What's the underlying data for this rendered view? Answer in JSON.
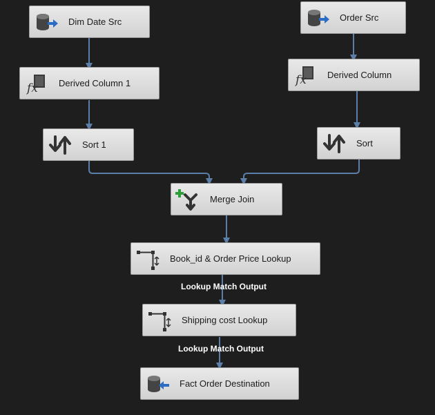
{
  "colors": {
    "background": "#1e1e1e",
    "connector": "#5b7fa8",
    "node_fill": "#e0e0e0",
    "label_text": "#ffffff"
  },
  "nodes": {
    "dim_date_src": {
      "label": "Dim Date Src",
      "icon": "source-db-icon"
    },
    "order_src": {
      "label": "Order Src",
      "icon": "source-db-icon"
    },
    "derived_column_1": {
      "label": "Derived Column 1",
      "icon": "fx-icon"
    },
    "derived_column": {
      "label": "Derived Column",
      "icon": "fx-icon"
    },
    "sort_1": {
      "label": "Sort 1",
      "icon": "sort-icon"
    },
    "sort": {
      "label": "Sort",
      "icon": "sort-icon"
    },
    "merge_join": {
      "label": "Merge Join",
      "icon": "merge-join-icon"
    },
    "book_lookup": {
      "label": "Book_id & Order Price Lookup",
      "icon": "lookup-icon"
    },
    "shipping_lookup": {
      "label": "Shipping cost Lookup",
      "icon": "lookup-icon"
    },
    "fact_dest": {
      "label": "Fact Order Destination",
      "icon": "destination-db-icon"
    }
  },
  "connections": [
    {
      "from": "dim_date_src",
      "to": "derived_column_1"
    },
    {
      "from": "derived_column_1",
      "to": "sort_1"
    },
    {
      "from": "sort_1",
      "to": "merge_join"
    },
    {
      "from": "order_src",
      "to": "derived_column"
    },
    {
      "from": "derived_column",
      "to": "sort"
    },
    {
      "from": "sort",
      "to": "merge_join"
    },
    {
      "from": "merge_join",
      "to": "book_lookup"
    },
    {
      "from": "book_lookup",
      "to": "shipping_lookup",
      "label": "Lookup Match Output"
    },
    {
      "from": "shipping_lookup",
      "to": "fact_dest",
      "label": "Lookup Match Output"
    }
  ]
}
